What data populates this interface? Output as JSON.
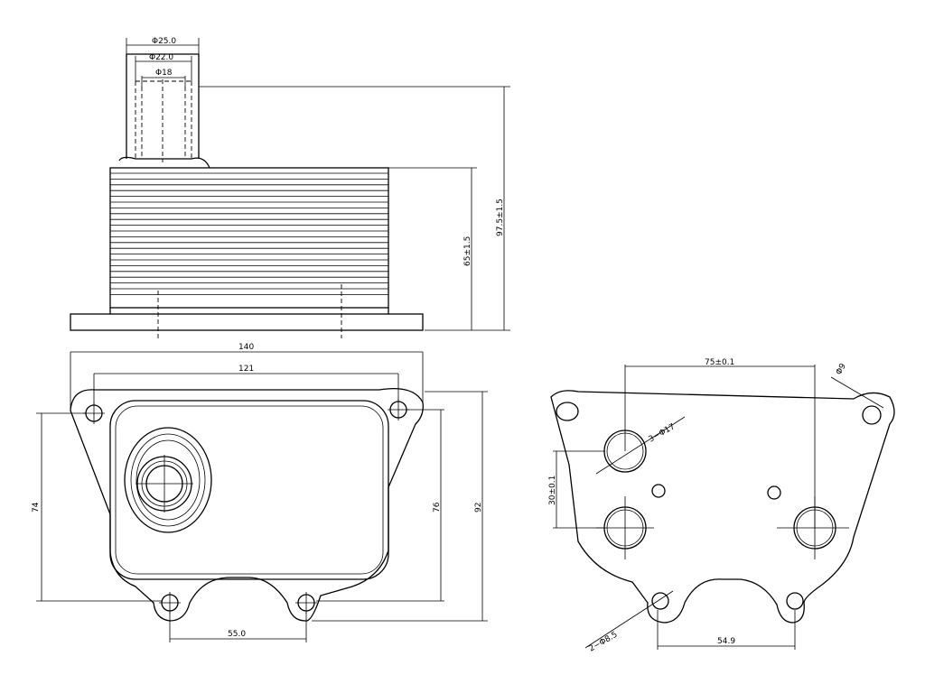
{
  "dimensions": {
    "top_view": {
      "outer_diameter": "Φ25.0",
      "middle_diameter": "Φ22.0",
      "inner_diameter": "Φ18",
      "total_height": "97.5±1.5",
      "core_height": "65±1.5"
    },
    "front_view": {
      "overall_width": "140",
      "hole_spacing_top": "121",
      "left_height": "74",
      "inner_height": "76",
      "overall_height": "92",
      "hole_spacing_bottom": "55.0"
    },
    "back_view": {
      "port_spacing": "75±0.1",
      "corner_hole": "Φ9",
      "port_diameter": "3−Φ17",
      "vertical_spacing": "30±0.1",
      "lower_holes": "2−Φ8.5",
      "hole_spacing_bottom": "54.9"
    }
  },
  "colors": {
    "line": "#000000",
    "background": "#ffffff"
  }
}
